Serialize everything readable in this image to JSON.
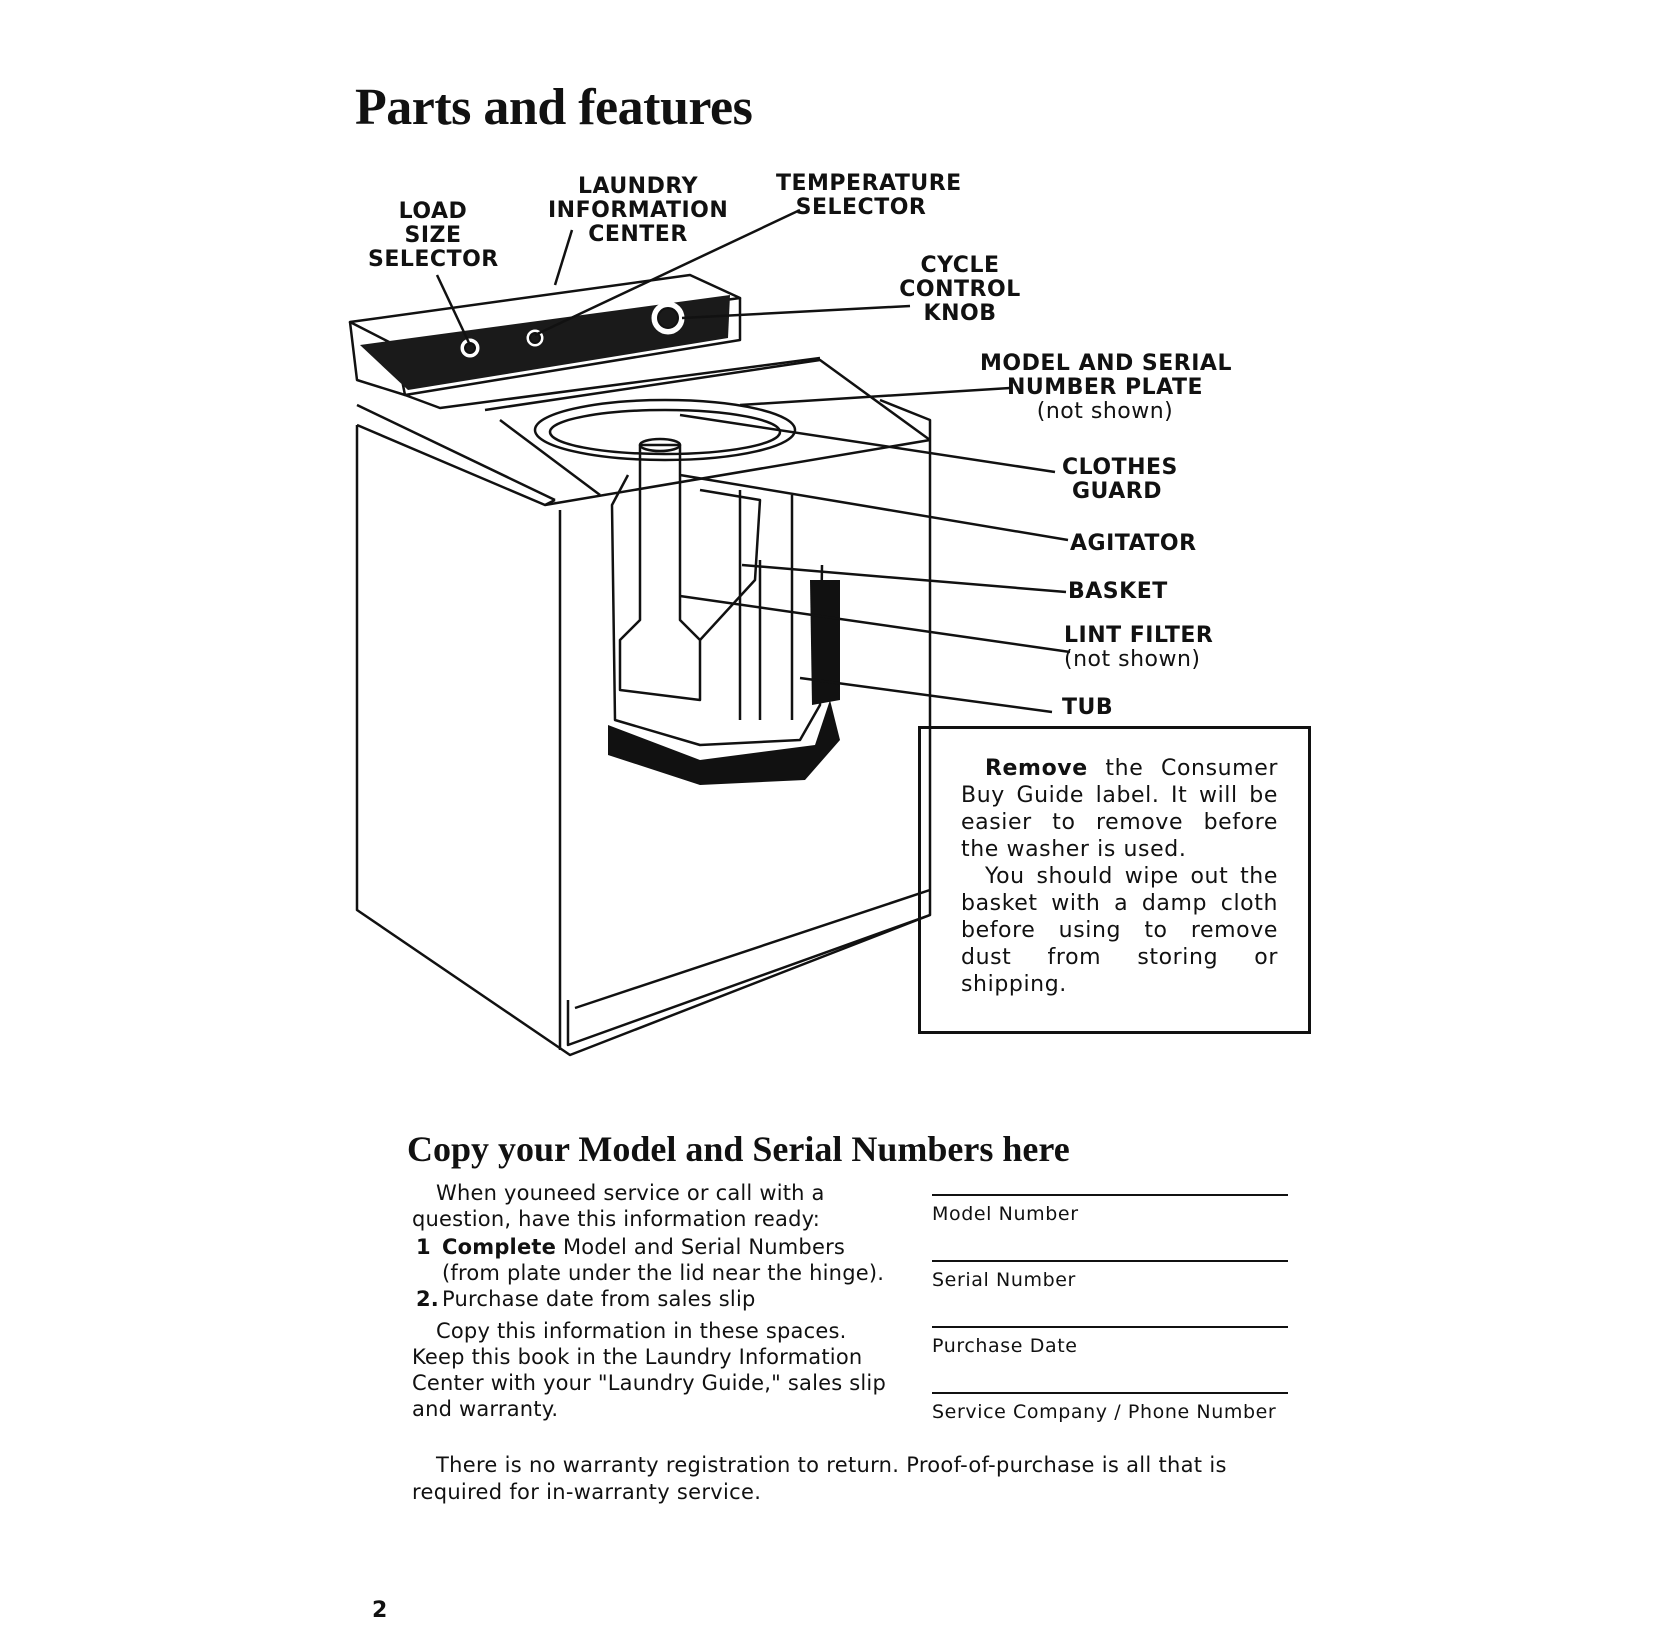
{
  "page": {
    "title": "Parts and features",
    "page_number": "2"
  },
  "labels": {
    "load_size": [
      "LOAD",
      "SIZE",
      "SELECTOR"
    ],
    "laundry_info": [
      "LAUNDRY",
      "INFORMATION",
      "CENTER"
    ],
    "temperature": [
      "TEMPERATURE",
      "SELECTOR"
    ],
    "cycle_control": [
      "CYCLE",
      "CONTROL",
      "KNOB"
    ],
    "model_serial": [
      "MODEL AND SERIAL",
      "NUMBER PLATE",
      "(not shown)"
    ],
    "clothes_guard": [
      "CLOTHES",
      "GUARD"
    ],
    "agitator": "AGITATOR",
    "basket": "BASKET",
    "lint_filter": [
      "LINT FILTER",
      "(not shown)"
    ],
    "tub": "TUB"
  },
  "notice": {
    "lead_bold": "Remove",
    "p1_rest": " the Consumer Buy Guide label. It will be easier to remove before the washer is used.",
    "p2": "You should wipe out the basket with a damp cloth before using to remove dust from storing or shipping."
  },
  "copy_section": {
    "title": "Copy your Model and Serial Numbers here",
    "intro": "When youneed service or call with a question, have this information ready:",
    "items": [
      {
        "num": "1",
        "bold": "Complete",
        "text": " Model and Serial Numbers (from plate under the lid near the hinge)."
      },
      {
        "num": "2.",
        "bold": "",
        "text": "Purchase date from sales slip"
      }
    ],
    "copy_instruction": "Copy this information in these spaces. Keep this book in the Laundry Information Center with your \"Laundry Guide,\" sales slip and warranty.",
    "fields": [
      "Model Number",
      "Serial Number",
      "Purchase Date",
      "Service Company / Phone Number"
    ]
  },
  "footer": {
    "warranty_note": "There is no warranty registration to return. Proof-of-purchase is all that is required for in-warranty service."
  }
}
